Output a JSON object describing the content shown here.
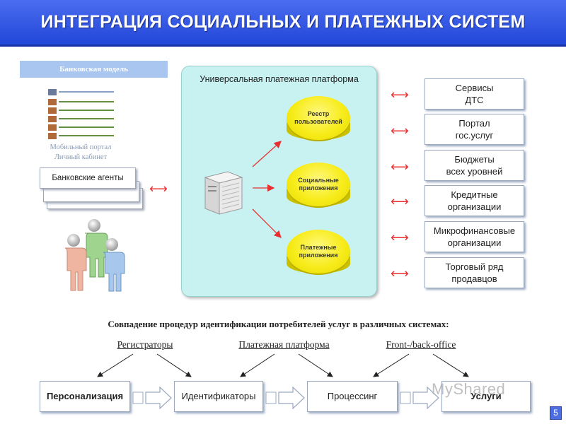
{
  "title": "ИНТЕГРАЦИЯ  СОЦИАЛЬНЫХ  И  ПЛАТЕЖНЫХ  СИСТЕМ",
  "left": {
    "bank_model": "Банковская модель",
    "mobile_portal": "Мобильный портал",
    "personal_cabinet": "Личный кабинет",
    "bank_agents": "Банковские агенты"
  },
  "platform": {
    "title": "Универсальная платежная платформа",
    "discs": [
      {
        "line1": "Реестр",
        "line2": "пользователей"
      },
      {
        "line1": "Социальные",
        "line2": "приложения"
      },
      {
        "line1": "Платежные",
        "line2": "приложения"
      }
    ]
  },
  "services": [
    {
      "line1": "Сервисы",
      "line2": "ДТС"
    },
    {
      "line1": "Портал",
      "line2": "гос.услуг"
    },
    {
      "line1": "Бюджеты",
      "line2": "всех уровней"
    },
    {
      "line1": "Кредитные",
      "line2": "организации"
    },
    {
      "line1": "Микрофинансовые",
      "line2": "организации"
    },
    {
      "line1": "Торговый ряд",
      "line2": "продавцов"
    }
  ],
  "bottom": {
    "heading": "Совпадение процедур идентификации потребителей услуг в различных системах:",
    "stages": [
      "Регистраторы",
      "Платежная платформа",
      "Front-/back-office"
    ],
    "steps": [
      "Персонализация",
      "Идентификаторы",
      "Процессинг",
      "Услуги"
    ]
  },
  "watermark": "MyShared",
  "page_number": "5",
  "colors": {
    "title_bar": "#2f55e4",
    "platform_bg": "#c8f2f2",
    "disc": "#f7ec1a",
    "arrow": "#e83030",
    "bank_model_bar": "#a9c6f0"
  },
  "icons": [
    "server-icon",
    "people-icon",
    "double-arrow-icon",
    "block-arrow-icon"
  ]
}
